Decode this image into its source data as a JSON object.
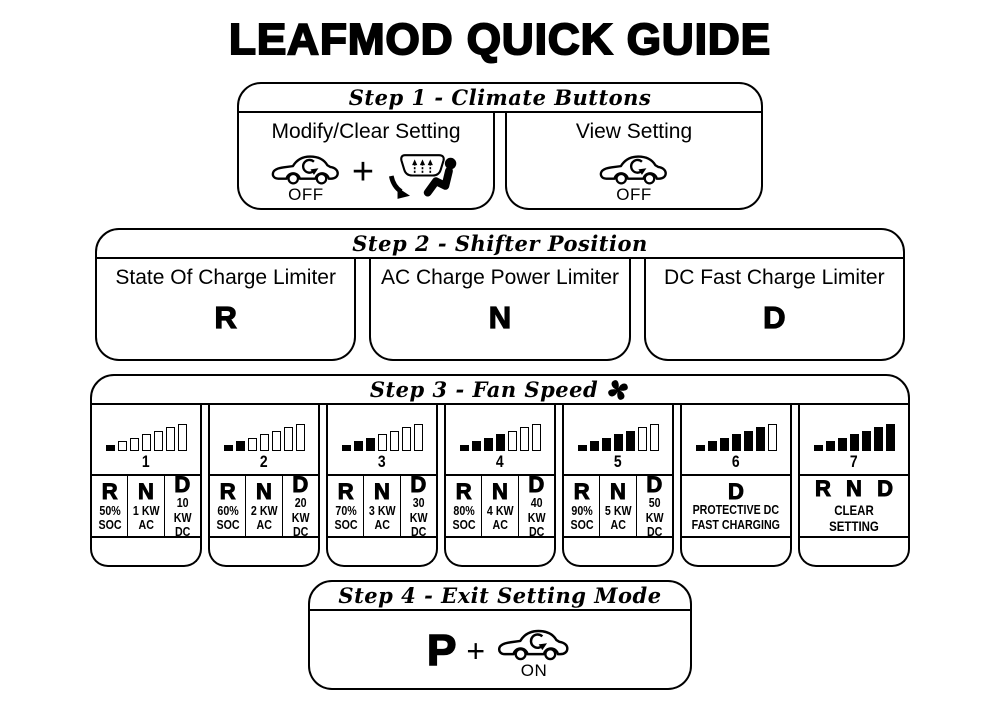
{
  "title": "LEAFMOD QUICK GUIDE",
  "colors": {
    "ink": "#000000",
    "background": "#ffffff"
  },
  "icons": {
    "climate_car": "car-recirculation-icon",
    "defrost_seat": "defrost-heated-seat-icon",
    "fan": "fan-icon"
  },
  "steps": [
    {
      "header": "Step 1 - Climate Buttons",
      "panels": [
        {
          "label": "Modify/Clear Setting",
          "car_state": "OFF",
          "plus": "+"
        },
        {
          "label": "View Setting",
          "car_state": "OFF"
        }
      ]
    },
    {
      "header": "Step 2 - Shifter Position",
      "panels": [
        {
          "label": "State Of Charge Limiter",
          "gear": "R"
        },
        {
          "label": "AC Charge Power Limiter",
          "gear": "N"
        },
        {
          "label": "DC Fast Charge Limiter",
          "gear": "D"
        }
      ]
    },
    {
      "header": "Step 3 - Fan Speed",
      "columns": [
        {
          "speed": "1",
          "bars_filled": 1,
          "cells": [
            {
              "gear": "R",
              "value": "50%\nSOC"
            },
            {
              "gear": "N",
              "value": "1 KW\nAC"
            },
            {
              "gear": "D",
              "value": "10 KW\nDC"
            }
          ]
        },
        {
          "speed": "2",
          "bars_filled": 2,
          "cells": [
            {
              "gear": "R",
              "value": "60%\nSOC"
            },
            {
              "gear": "N",
              "value": "2 KW\nAC"
            },
            {
              "gear": "D",
              "value": "20 KW\nDC"
            }
          ]
        },
        {
          "speed": "3",
          "bars_filled": 3,
          "cells": [
            {
              "gear": "R",
              "value": "70%\nSOC"
            },
            {
              "gear": "N",
              "value": "3 KW\nAC"
            },
            {
              "gear": "D",
              "value": "30 KW\nDC"
            }
          ]
        },
        {
          "speed": "4",
          "bars_filled": 4,
          "cells": [
            {
              "gear": "R",
              "value": "80%\nSOC"
            },
            {
              "gear": "N",
              "value": "4 KW\nAC"
            },
            {
              "gear": "D",
              "value": "40 KW\nDC"
            }
          ]
        },
        {
          "speed": "5",
          "bars_filled": 5,
          "cells": [
            {
              "gear": "R",
              "value": "90%\nSOC"
            },
            {
              "gear": "N",
              "value": "5 KW\nAC"
            },
            {
              "gear": "D",
              "value": "50 KW\nDC"
            }
          ]
        },
        {
          "speed": "6",
          "bars_filled": 6,
          "gear": "D",
          "value": "PROTECTIVE DC\nFAST CHARGING"
        },
        {
          "speed": "7",
          "bars_filled": 7,
          "gears": [
            "R",
            "N",
            "D"
          ],
          "value": "CLEAR SETTING"
        }
      ]
    },
    {
      "header": "Step 4 - Exit Setting Mode",
      "gear": "P",
      "plus": "+",
      "car_state": "ON"
    }
  ]
}
